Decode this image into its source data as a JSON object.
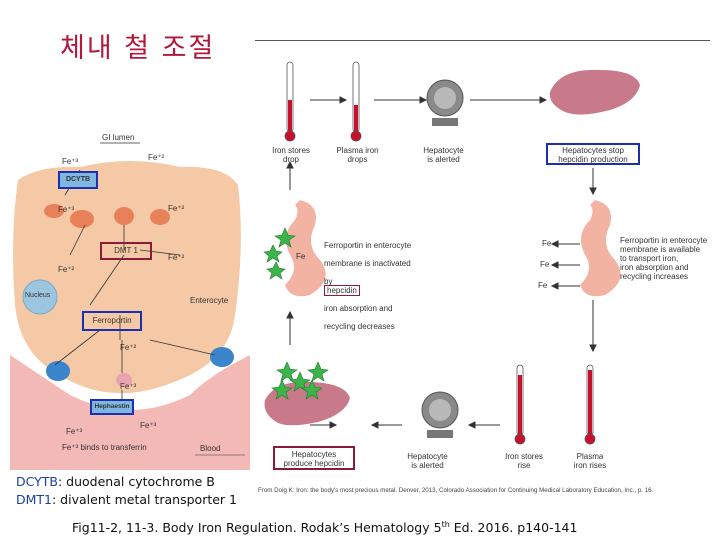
{
  "slide": {
    "title": "체내 철 조절"
  },
  "enterocyte_diagram": {
    "gi_lumen": "GI lumen",
    "fe3_lumen_left": "Fe⁺³",
    "fe2_lumen_right": "Fe⁺²",
    "dcytb_box": "DCYTB",
    "fe3_reductase": "Fe⁺³",
    "fe2_right": "Fe⁺²",
    "dmt1_box": "DMT 1",
    "fe2_left_inside": "Fe⁺²",
    "fe2_right_inside": "Fe⁺²",
    "nucleus": "Nucleus",
    "enterocyte": "Enterocyte",
    "ferroportin_box": "Ferroportin",
    "fe2_below_ferroportin": "Fe⁺²",
    "fe3_bottom": "Fe⁺³",
    "hephaestin_box": "Hephaestin",
    "fe3_blood_left": "Fe⁺³",
    "fe3_blood_right": "Fe⁺³",
    "transferrin_note": "Fe⁺³ binds to transferrin",
    "blood": "Blood"
  },
  "cycle_diagram": {
    "top_iron_stores": "Iron stores\ndrop",
    "top_plasma_iron": "Plasma iron\ndrops",
    "top_hepatocyte": "Hepatocyte\nis alerted",
    "top_stop_box": "Hepatocytes stop\nhepcidin production",
    "mid_left_text_line1": "Ferroportin in enterocyte",
    "mid_left_text_line2": "membrane is inactivated",
    "mid_left_text_line3": "by",
    "mid_left_hepcidin_box": "hepcidin",
    "mid_left_text_line4": "iron absorption and",
    "mid_left_text_line5": "recycling decreases",
    "mid_left_fe": "Fe",
    "mid_right_text": "Ferroportin in enterocyte\nmembrane is available\nto transport iron,\niron absorption and\nrecycling increases",
    "mid_right_fe_1": "Fe",
    "mid_right_fe_2": "Fe",
    "mid_right_fe_3": "Fe",
    "bottom_produce_box": "Hepatocytes\nproduce hepcidin",
    "bottom_hepatocyte": "Hepatocyte\nis alerted",
    "bottom_iron_stores": "Iron stores\nrise",
    "bottom_plasma_iron": "Plasma\niron rises"
  },
  "legend": {
    "dcytb_key": "DCYTB",
    "dcytb_value": ": duodenal cytochrome B",
    "dmt1_key": "DMT1",
    "dmt1_value": ": divalent metal transporter 1"
  },
  "credit": "From Doig K: Iron: the body's most precious metal. Denver, 2013, Colorado Association for Continuing Medical Laboratory Education, Inc., p. 16.",
  "caption": {
    "prefix": "Fig11-2, 11-3. Body Iron Regulation. Rodak’s Hematology 5",
    "sup": "th",
    "suffix": " Ed. 2016. p140-141"
  },
  "colors": {
    "title": "#b3183a",
    "legend_key": "#1a3fa5",
    "cell_fill": "#f6c9a6",
    "blood_fill": "#f3b9b6",
    "box_blue": "#1c2fb0",
    "box_maroon": "#8a1c3a",
    "liver": "#c97a8a",
    "thermometer": "#c8102e",
    "star": "#3bb54a"
  }
}
